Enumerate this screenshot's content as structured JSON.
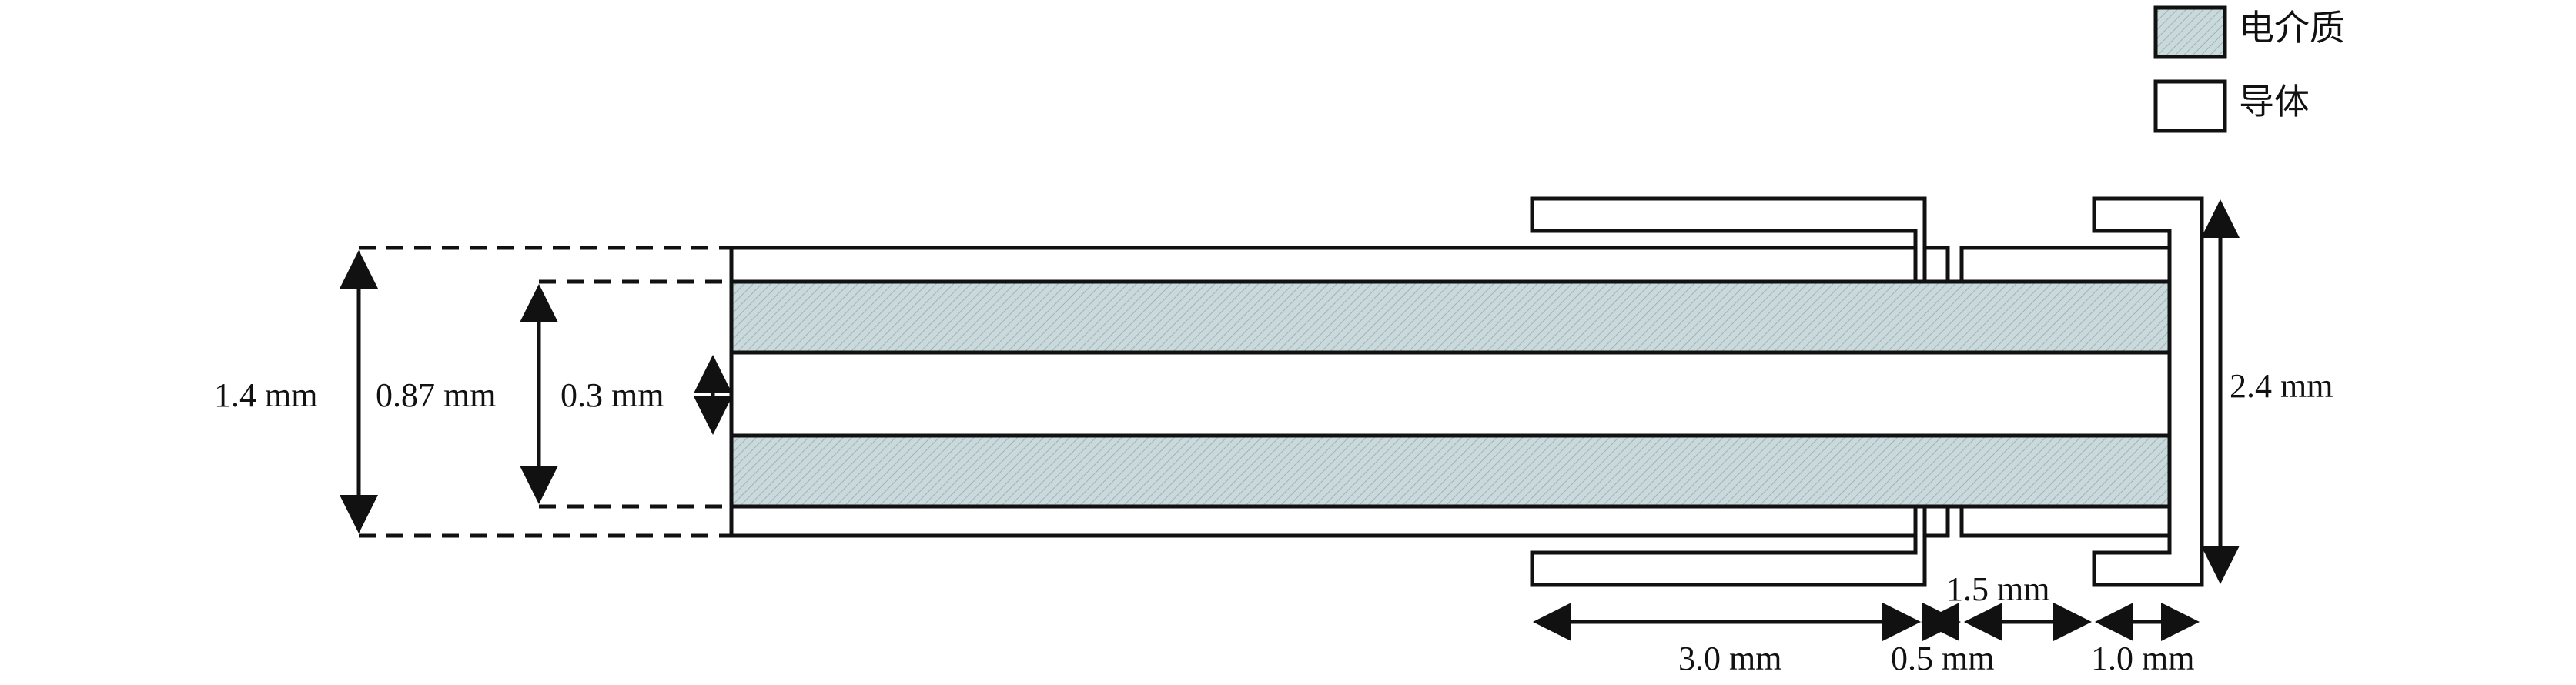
{
  "legend": {
    "dielectric_label": "电介质",
    "conductor_label": "导体"
  },
  "dimensions": {
    "outer_diameter": "1.4 mm",
    "dielectric_diameter": "0.87 mm",
    "inner_gap": "0.3 mm",
    "choke_height": "2.4 mm",
    "sleeve_length": "3.0 mm",
    "slot_gap": "0.5 mm",
    "cap_length": "1.5 mm",
    "tip_length": "1.0 mm"
  },
  "colors": {
    "dielectric_fill": "#c9d9dc",
    "conductor_fill": "#ffffff",
    "stroke": "#111111"
  }
}
